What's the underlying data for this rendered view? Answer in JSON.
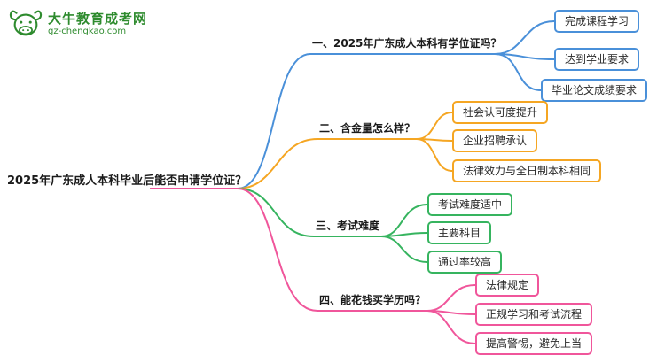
{
  "logo": {
    "site_name": "大牛教育成考网",
    "site_url": "gz-chengkao.com"
  },
  "root": {
    "label": "2025年广东成人本科毕业后能否申请学位证？"
  },
  "colors": {
    "brand_green": "#2e8b2e",
    "branch_blue": "#4a90d9",
    "branch_orange": "#f5a623",
    "branch_green": "#36b45f",
    "branch_pink": "#f0569b"
  },
  "branches": [
    {
      "label": "一、2025年广东成人本科有学位证吗？",
      "color": "#4a90d9",
      "children": [
        "完成课程学习",
        "达到学业要求",
        "毕业论文成绩要求"
      ]
    },
    {
      "label": "二、含金量怎么样？",
      "color": "#f5a623",
      "children": [
        "社会认可度提升",
        "企业招聘承认",
        "法律效力与全日制本科相同"
      ]
    },
    {
      "label": "三、考试难度",
      "color": "#36b45f",
      "children": [
        "考试难度适中",
        "主要科目",
        "通过率较高"
      ]
    },
    {
      "label": "四、能花钱买学历吗？",
      "color": "#f0569b",
      "children": [
        "法律规定",
        "正规学习和考试流程",
        "提高警惕，避免上当"
      ]
    }
  ]
}
